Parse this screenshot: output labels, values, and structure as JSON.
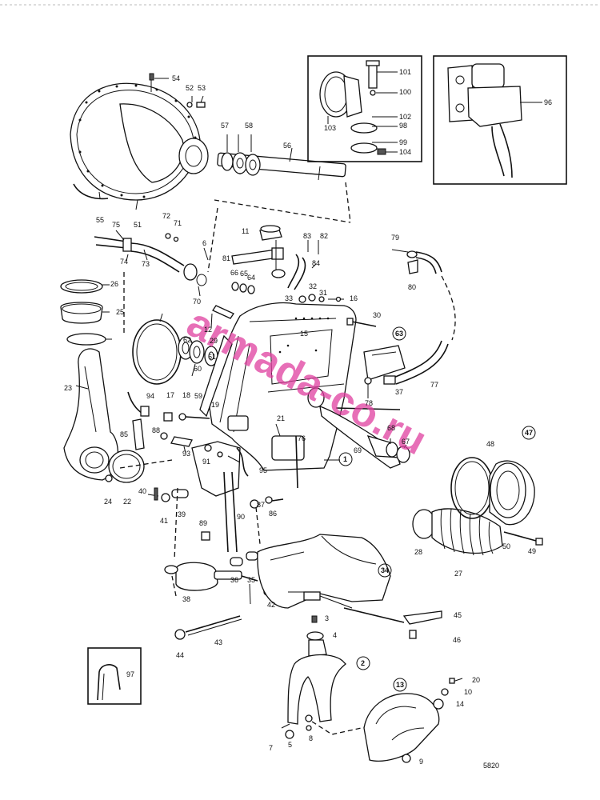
{
  "drawing_number": "5820",
  "watermark": "armada-co.ru",
  "part_labels": [
    "1",
    "2",
    "3",
    "4",
    "5",
    "6",
    "7",
    "8",
    "9",
    "10",
    "11",
    "12",
    "13",
    "14",
    "15",
    "16",
    "17",
    "18",
    "19",
    "20",
    "21",
    "22",
    "23",
    "24",
    "25",
    "26",
    "27",
    "28",
    "29",
    "30",
    "31",
    "32",
    "33",
    "34",
    "35",
    "36",
    "37",
    "38",
    "39",
    "40",
    "41",
    "42",
    "43",
    "44",
    "45",
    "46",
    "47",
    "48",
    "49",
    "50",
    "51",
    "52",
    "53",
    "54",
    "55",
    "56",
    "57",
    "58",
    "59",
    "60",
    "61",
    "62",
    "63",
    "64",
    "65",
    "66",
    "67",
    "68",
    "69",
    "70",
    "71",
    "72",
    "73",
    "74",
    "75",
    "76",
    "77",
    "78",
    "79",
    "80",
    "81",
    "82",
    "83",
    "84",
    "85",
    "86",
    "87",
    "88",
    "89",
    "90",
    "91",
    "93",
    "94",
    "95",
    "96",
    "97",
    "98",
    "99",
    "100",
    "101",
    "102",
    "103",
    "104"
  ],
  "circled_labels": [
    "1",
    "2",
    "13",
    "34",
    "47",
    "63"
  ],
  "colors": {
    "line": "#111111",
    "watermark": "#e040a0",
    "background": "#ffffff"
  }
}
